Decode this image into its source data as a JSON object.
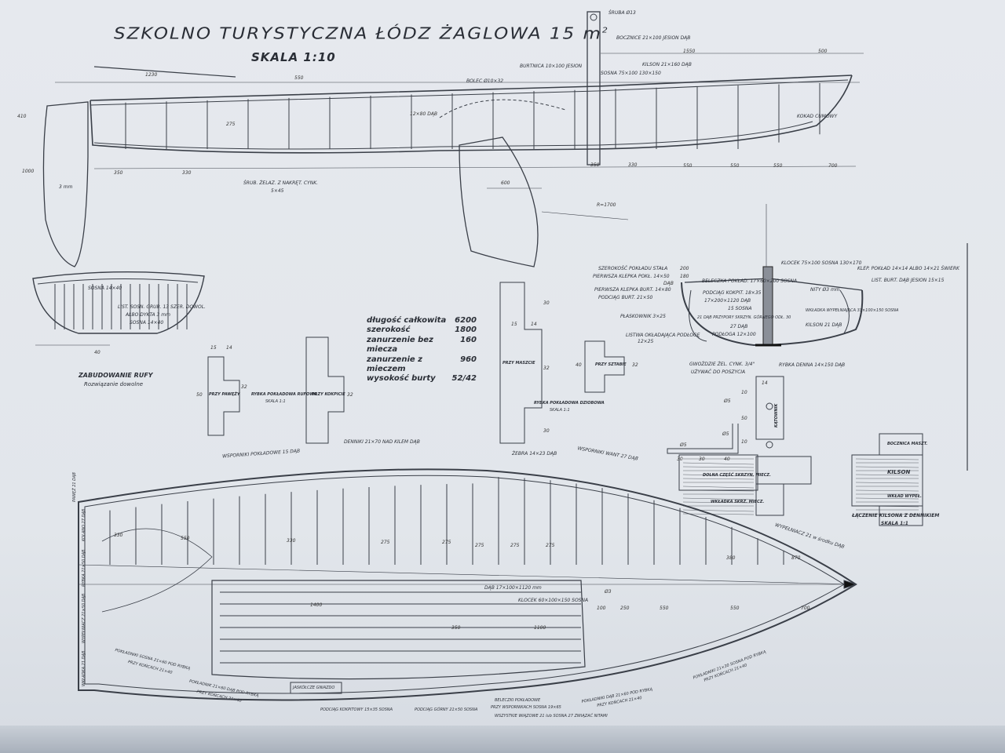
{
  "title": "SZKOLNO TURYSTYCZNA  ŁÓDZ ŻAGLOWA 15 m",
  "title_sup": "2",
  "scale": "SKALA 1:10",
  "specs": [
    {
      "label": "długość całkowita",
      "value": "6200"
    },
    {
      "label": "szerokość",
      "value": "1800"
    },
    {
      "label": "zanurzenie bez miecza",
      "value": "160"
    },
    {
      "label": "zanurzenie z mieczem",
      "value": "960"
    },
    {
      "label": "wysokość burty",
      "value": "52/42"
    }
  ],
  "side_view": {
    "labels": [
      "ŚRUBA Ø13",
      "BOCZNICE 21×100 JESION DĄB",
      "BURTNICA 10×100 JESION",
      "SOSNA 75×100 130×150",
      "KILSON 21×160 DĄB",
      "BOLEC Ø10×32",
      "ŚRUB. ŻELAZ. Z NAKRĘT. CYNK.",
      "5×45",
      "3 mm",
      "KOKAD CUMOWY"
    ],
    "dims": [
      "1230",
      "550",
      "1550",
      "500",
      "275",
      "350",
      "330",
      "350",
      "330",
      "550",
      "550",
      "550",
      "700",
      "600",
      "R=1700",
      "1000",
      "410",
      "12×80 DĄB"
    ]
  },
  "transom": {
    "title": "ZABUDOWANIE RUFY",
    "subtitle": "Rozwiązanie dowolne",
    "labels": [
      "SOSNA 14×40",
      "LIST. SOSN. GRUB. 13 SZER. DOWOL.",
      "ALBO DYKTA 3 mm",
      "SOSNA 14×40"
    ],
    "dim": "40"
  },
  "stern_fish": {
    "left": "PRZY PAWĘŻY",
    "title": "RYBKA POKŁADOWA RUFOWA",
    "scale": "SKALA 1:1",
    "right": "PRZY KOKPICIE",
    "dims": [
      "15",
      "14",
      "50",
      "32",
      "32"
    ]
  },
  "bow_fish": {
    "left": "PRZY MASZCIE",
    "right": "PRZY SZTABIE",
    "title": "RYBKA POKŁADOWA DZIOBOWA",
    "scale": "SKALA 1:1",
    "dims": [
      "15",
      "14",
      "30",
      "32",
      "30",
      "40",
      "32"
    ]
  },
  "section": {
    "left_labels": [
      "SZEROKOŚĆ POKŁADU STAŁA",
      "PIERWSZA KLEPKA POKŁ. 14×50",
      "PIERWSZA KLEPKA BURT. 14×80",
      "PODCIĄG BURT. 21×50",
      "PŁASKOWNIK 3×25",
      "LISTWA OKŁADAJĄCA PODŁOGĘ",
      "12×25"
    ],
    "center_labels": [
      "BELECZKA POKŁAD. 17×60×200 SOSNA",
      "PODCIĄG KOKPIT. 18×35",
      "17×200×1120 DĄB",
      "15 SOSNA",
      "21 DĄB PRZYPORY SKRZYN. GÓRNEGO ODŁ. 30",
      "27 DĄB",
      "PODŁOGA 12×100"
    ],
    "right_labels": [
      "KLOCEK 75×100 SOSNA 130×170",
      "NITY Ø3 mm",
      "WKŁADKA WYPEŁNIAJĄCA 33×100×150 SOSNA",
      "KILSON 21 DĄB",
      "KLEP. POKŁAD 14×14 ALBO 14×21 ŚWIERK",
      "LIST. BURT. DĄB JESION 15×15"
    ],
    "dims": [
      "200",
      "180",
      "DĄB"
    ]
  },
  "nails": {
    "line1": "GWOŹDZIE ŻEL. CYNK. 3/4\"",
    "line2": "UŻYWAĆ DO POSZYCIA",
    "fish": "RYBKA DENNA 14×150 DĄB"
  },
  "joint": {
    "labels": [
      "DOLNA CZĘŚĆ SKRZYN. MIECZ.",
      "WKŁADKA SKRZ. MIECZ.",
      "KĄTOWNIK",
      "BOCZNICA MASZT.",
      "KILSON",
      "WKŁAD WYPEŁ."
    ],
    "title": "ŁĄCZENIE KILSONA Z DENNIKIEM",
    "scale": "SKALA 1:1",
    "dims": [
      "Ø5",
      "30",
      "30",
      "40",
      "Ø5",
      "Ø5",
      "10",
      "50",
      "10",
      "14"
    ]
  },
  "plan_view": {
    "top_labels": [
      "WSPORNIKI POKŁADOWE 15 DĄB",
      "DENNIKI 21×70 NAD KILEM DĄB",
      "ŻEBRA 14×23 DĄB",
      "WSPORNIKI WANT 27 DĄB"
    ],
    "inner_labels": [
      "DĄB 17×100×1120 mm",
      "KLOCEK 60×100×150 SOSNA",
      "JASKÓŁCZE GNIAZDO",
      "WYPEŁNIACZ 21 w środku DĄB"
    ],
    "left_labels": [
      "PAWĘŻ 21 DĄB",
      "KOLANO 27 DĄB",
      "RYBKA 21×50 DĄB",
      "WYPEŁNIACZ 21×50 DĄB",
      "WKŁADKA 21 DĄB"
    ],
    "bottom_labels": [
      "POKŁADNIKI SOSNA 21×60 POD RYBKĄ",
      "PRZY KOŃCACH 21×40",
      "POKŁADNIK 21×60 DĄB POD RYBKĄ",
      "PRZY KOŃCACH 21×40",
      "PODCIĄG KOKPITOWY 15×35 SOSNA",
      "PODCIĄG GÓRNY 21×50 SOSNA",
      "BELECZKI POKŁADOWE",
      "PRZY WSPORNIKACH SOSNA 19×65",
      "WSZYSTKIE WIĄZOWE 21 lub SOSNA 27 ZWIĄZAĆ NITAMI",
      "POKŁADNIKI DĄB 21×60 POD RYBKĄ",
      "PRZY KOŃCACH 21×40",
      "POKŁADNIKI 21×30 SOSNA POD RYBKĄ",
      "PRZY KOŃCACH 21×40"
    ],
    "dims": [
      "330",
      "550",
      "330",
      "275",
      "275",
      "275",
      "275",
      "275",
      "380",
      "870",
      "1400",
      "350",
      "1100",
      "100",
      "250",
      "550",
      "550",
      "700",
      "Ø3"
    ]
  },
  "colors": {
    "paper": "#e4e8ec",
    "ink": "#2a2e36"
  }
}
